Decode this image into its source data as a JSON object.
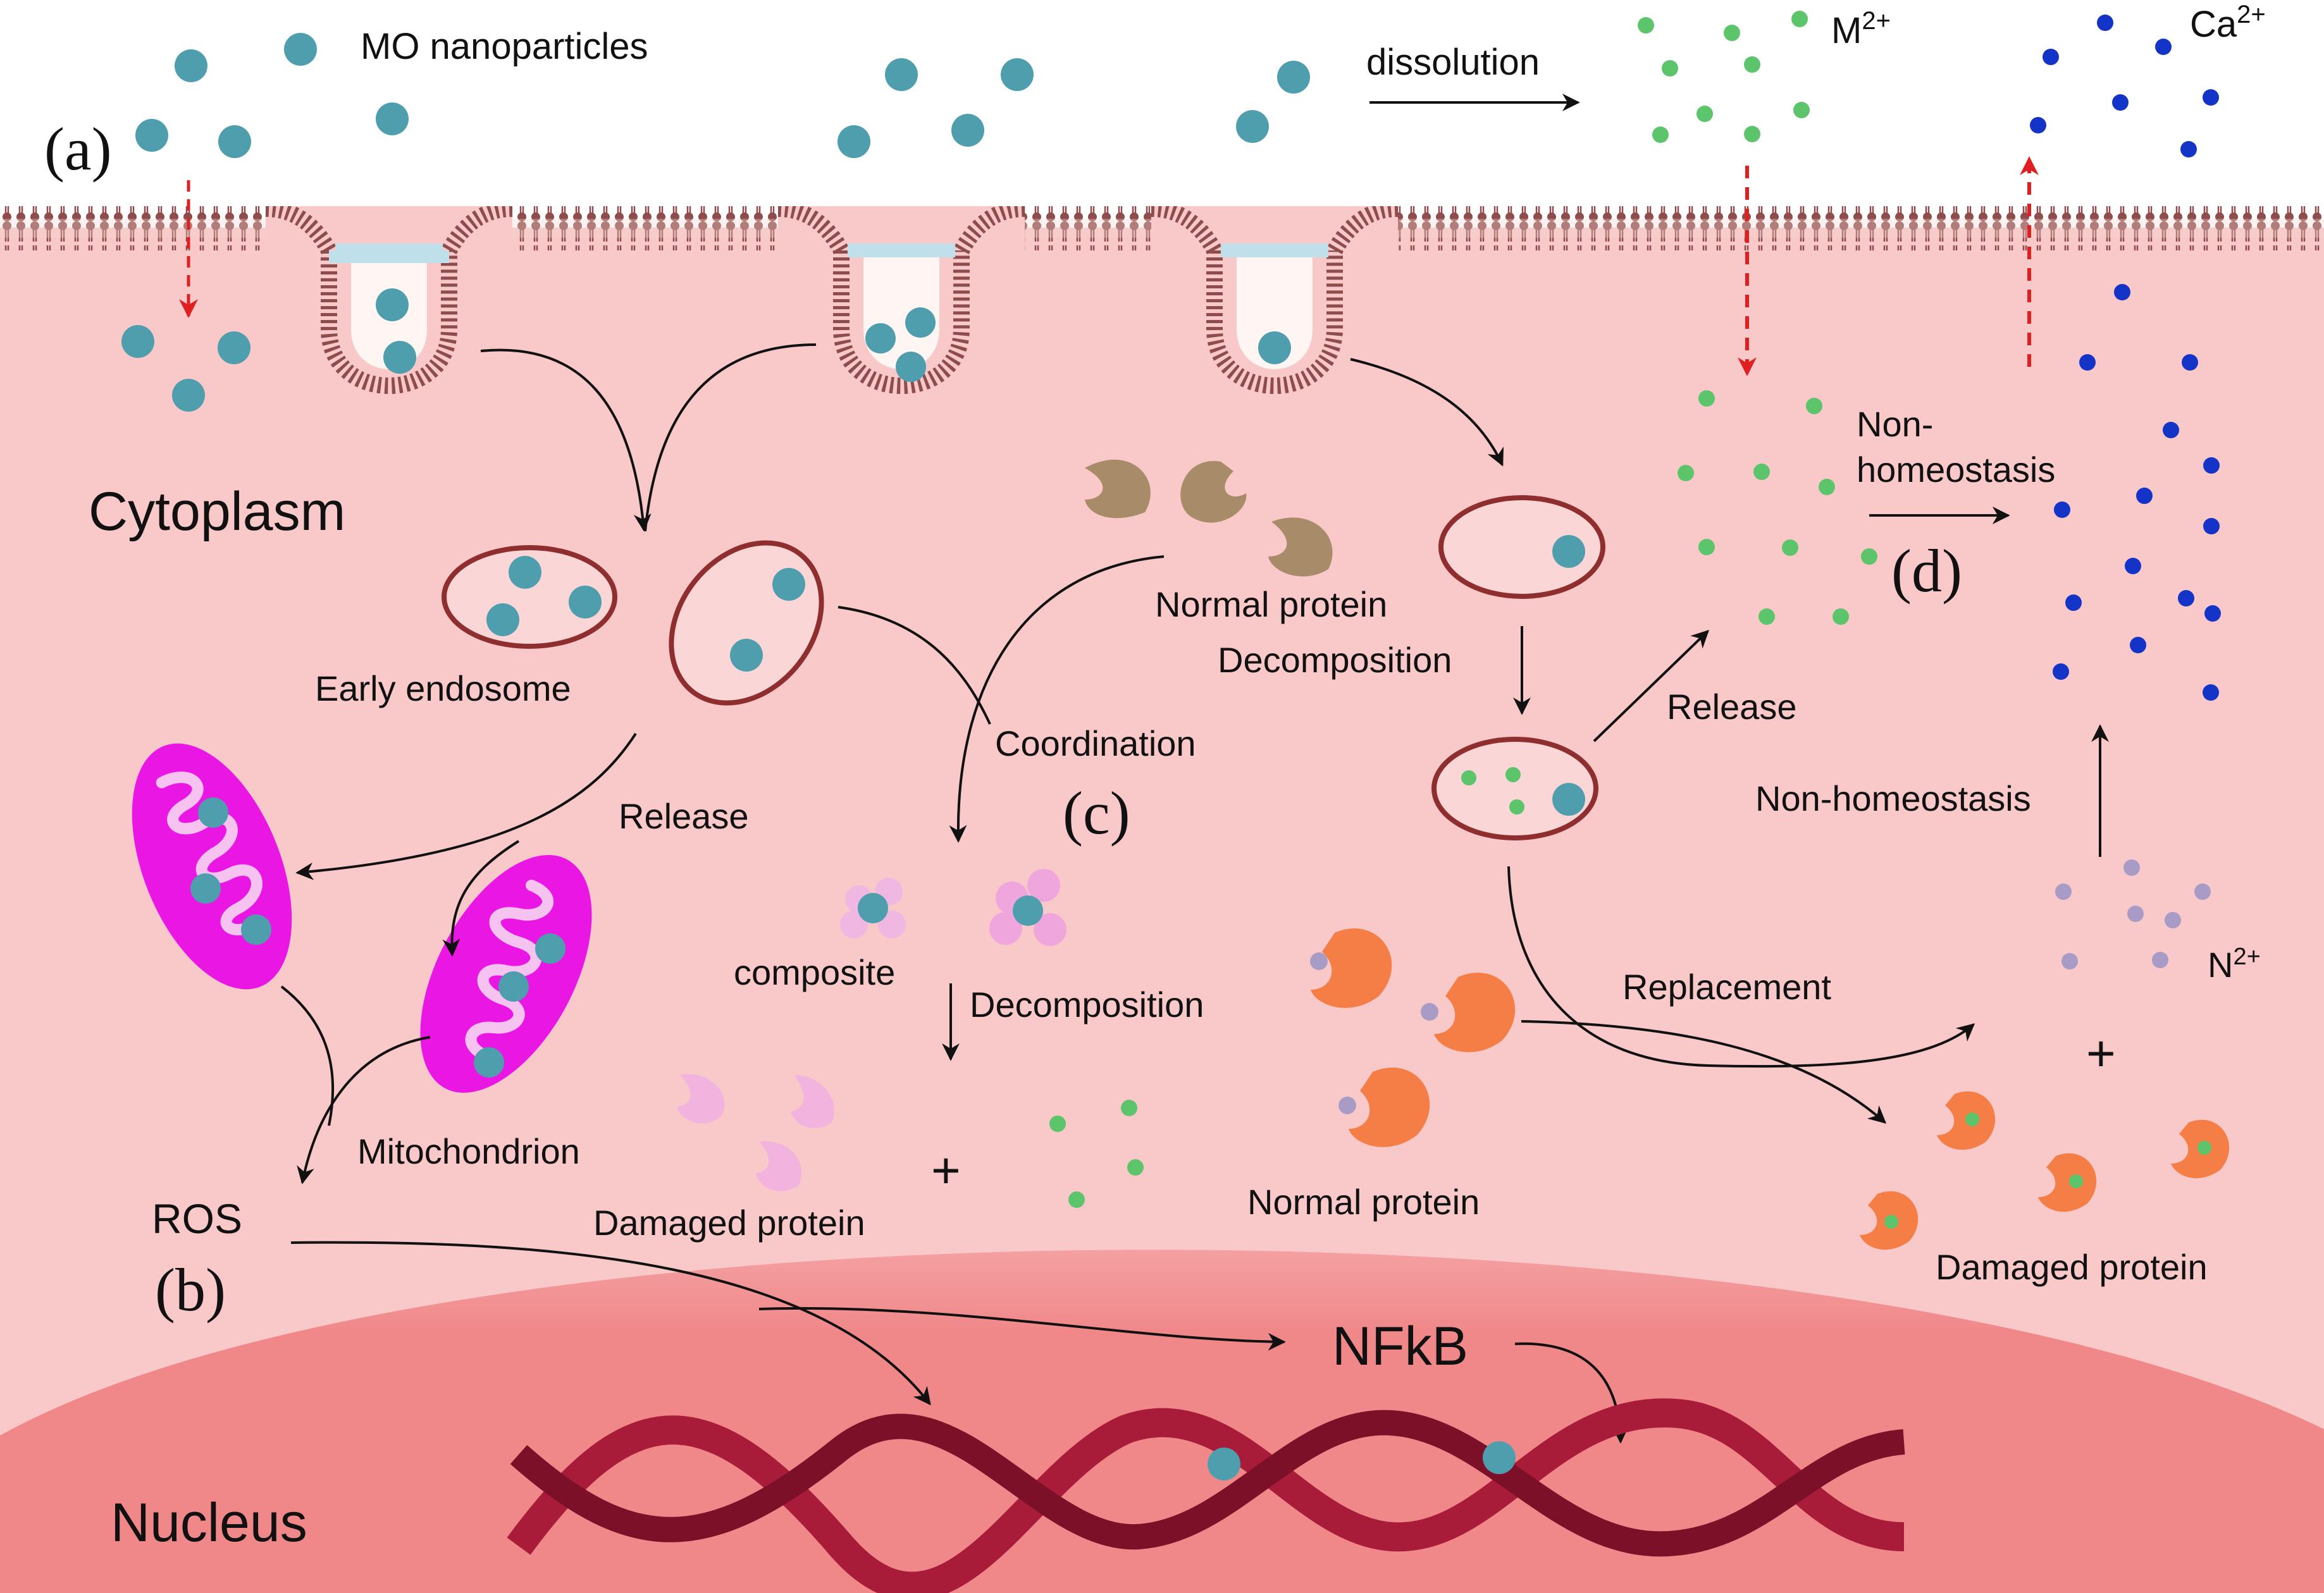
{
  "colors": {
    "cytoplasm": "#f9c8c8",
    "nucleus": "#f08a8c",
    "membrane": "#8e4c4c",
    "nanoparticle": "#4f9eae",
    "metal_ion": "#5cc46a",
    "calcium_ion": "#1434c8",
    "n_ion": "#a89cc6",
    "mitochondrion": "#ea17e4",
    "damaged_protein_pink": "#f2b4de",
    "composite_pink": "#efa6dc",
    "normal_protein_brown": "#a88c6a",
    "normal_protein_orange": "#f57d46",
    "arrow_red_dashed": "#e02020",
    "endosome_stroke": "#8e2e2e",
    "dna": "#8e1430"
  },
  "labels": {
    "mo_nanoparticles": "MO nanoparticles",
    "dissolution": "dissolution",
    "m2_base": "M",
    "m2_sup": "2+",
    "ca2_base": "Ca",
    "ca2_sup": "2+",
    "panel_a": "(a)",
    "cytoplasm": "Cytoplasm",
    "early_endosome": "Early endosome",
    "release_left": "Release",
    "mitochondrion": "Mitochondrion",
    "ros": "ROS",
    "panel_b": "(b)",
    "normal_protein_top": "Normal protein",
    "decomposition_top": "Decomposition",
    "coordination": "Coordination",
    "panel_c": "(c)",
    "composite": "composite",
    "decomposition_mid": "Decomposition",
    "damaged_protein_left": "Damaged protein",
    "plus_left": "+",
    "normal_protein_bottom": "Normal protein",
    "non_homeostasis_1": "Non-",
    "non_homeostasis_2": "homeostasis",
    "panel_d": "(d)",
    "release_right": "Release",
    "non_homeostasis_mid": "Non-homeostasis",
    "n2_base": "N",
    "n2_sup": "2+",
    "replacement": "Replacement",
    "plus_right": "+",
    "damaged_protein_right": "Damaged protein",
    "nfkb": "NFkB",
    "nucleus": "Nucleus"
  }
}
